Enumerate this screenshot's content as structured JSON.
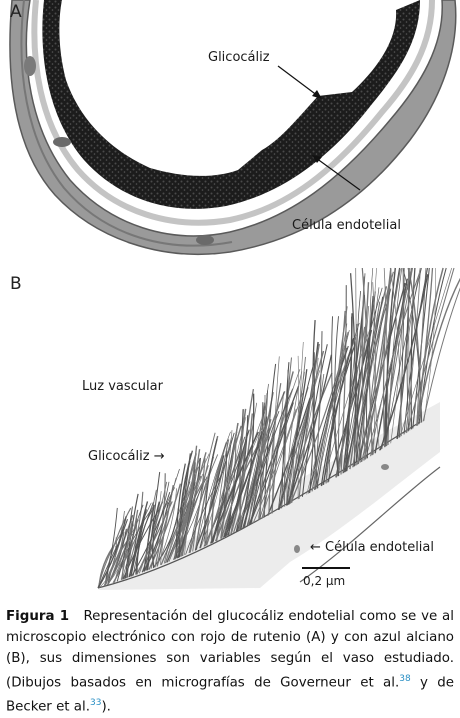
{
  "panel_a": {
    "letter": "A",
    "label_glycocalyx": "Glicocáliz",
    "label_endothelial": "Célula endotelial"
  },
  "panel_b": {
    "letter": "B",
    "label_lumen": "Luz vascular",
    "label_glycocalyx": "Glicocáliz →",
    "label_endothelial": "← Célula endotelial",
    "scale_bar": "0,2 µm"
  },
  "caption": {
    "figure_label": "Figura 1",
    "text_1": "Representación del glucocáliz endotelial como se ve al microscopio electrónico con rojo de rutenio (A) y con azul alciano (B), sus dimensiones son variables según el vaso estudiado. (Dibujos basados en micrografías de Governeur et al.",
    "ref_1": "38",
    "text_2": " y de Becker et al.",
    "ref_2": "33",
    "text_3": ")."
  }
}
